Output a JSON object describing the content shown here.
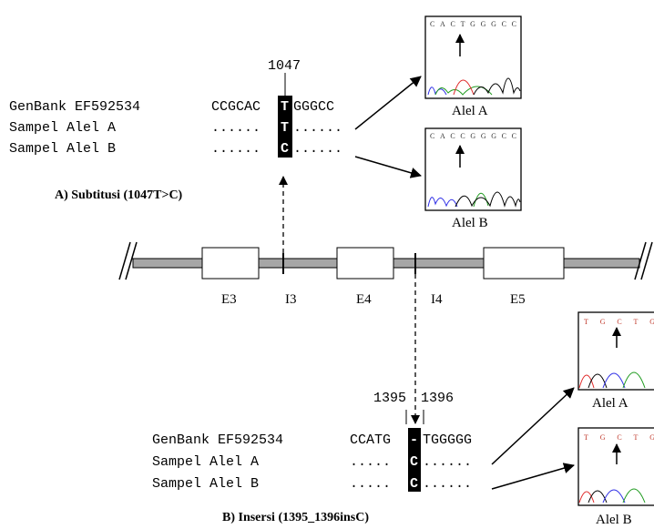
{
  "colors": {
    "exon_fill": "#ffffff",
    "intron_line": "#a6a6a6",
    "highlight_bg": "#000000",
    "trace_blue": "#2e2ee6",
    "trace_green": "#1e9a1e",
    "trace_red": "#e02a2a",
    "trace_black": "#000000"
  },
  "gene": {
    "exons": [
      "E3",
      "E4",
      "E5"
    ],
    "introns": [
      "I3",
      "I4"
    ]
  },
  "panel_a": {
    "position": "1047",
    "rows": [
      {
        "label": "GenBank EF592534",
        "pre": "CCGCAC",
        "base": "T",
        "post": "GGGCC"
      },
      {
        "label": "Sampel Alel A",
        "pre": "......",
        "base": "T",
        "post": "......"
      },
      {
        "label": "Sampel Alel B",
        "pre": "......",
        "base": "C",
        "post": "......"
      }
    ],
    "title": "A) Subtitusi (1047T>C)",
    "chrom_a": {
      "seq": "CACTGGGCC",
      "caption": "Alel A"
    },
    "chrom_b": {
      "seq": "CACCGGGCC",
      "caption": "Alel B"
    }
  },
  "panel_b": {
    "pos_left": "1395",
    "pos_right": "1396",
    "rows": [
      {
        "label": "GenBank EF592534",
        "pre": "CCATG",
        "base": "-",
        "post": "TGGGGG"
      },
      {
        "label": "Sampel Alel A",
        "pre": ".....",
        "base": "C",
        "post": "......"
      },
      {
        "label": "Sampel Alel B",
        "pre": ".....",
        "base": "C",
        "post": "......"
      }
    ],
    "title": "B) Insersi (1395_1396insC)",
    "chrom_a": {
      "seq": "TGCTG",
      "caption": "Alel A"
    },
    "chrom_b": {
      "seq": "TGCTG",
      "caption": "Alel B"
    }
  }
}
